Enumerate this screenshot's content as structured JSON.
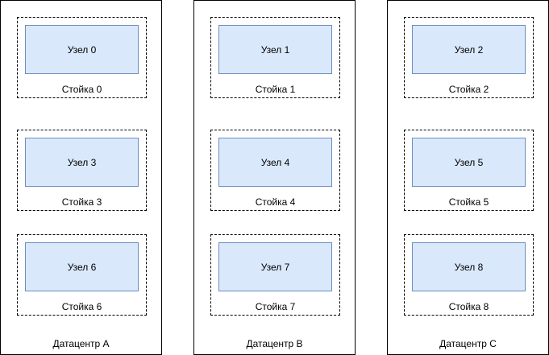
{
  "datacenters": [
    {
      "label": "Датацентр A",
      "racks": [
        {
          "label": "Стойка 0",
          "node": "Узел 0"
        },
        {
          "label": "Стойка 3",
          "node": "Узел 3"
        },
        {
          "label": "Стойка 6",
          "node": "Узел 6"
        }
      ]
    },
    {
      "label": "Датацентр B",
      "racks": [
        {
          "label": "Стойка 1",
          "node": "Узел 1"
        },
        {
          "label": "Стойка 4",
          "node": "Узел 4"
        },
        {
          "label": "Стойка 7",
          "node": "Узел 7"
        }
      ]
    },
    {
      "label": "Датацентр C",
      "racks": [
        {
          "label": "Стойка 2",
          "node": "Узел 2"
        },
        {
          "label": "Стойка 5",
          "node": "Узел 5"
        },
        {
          "label": "Стойка 8",
          "node": "Узел 8"
        }
      ]
    }
  ],
  "colors": {
    "node_fill": "#dae8fc",
    "node_stroke": "#6c8ebf",
    "border": "#000000"
  }
}
